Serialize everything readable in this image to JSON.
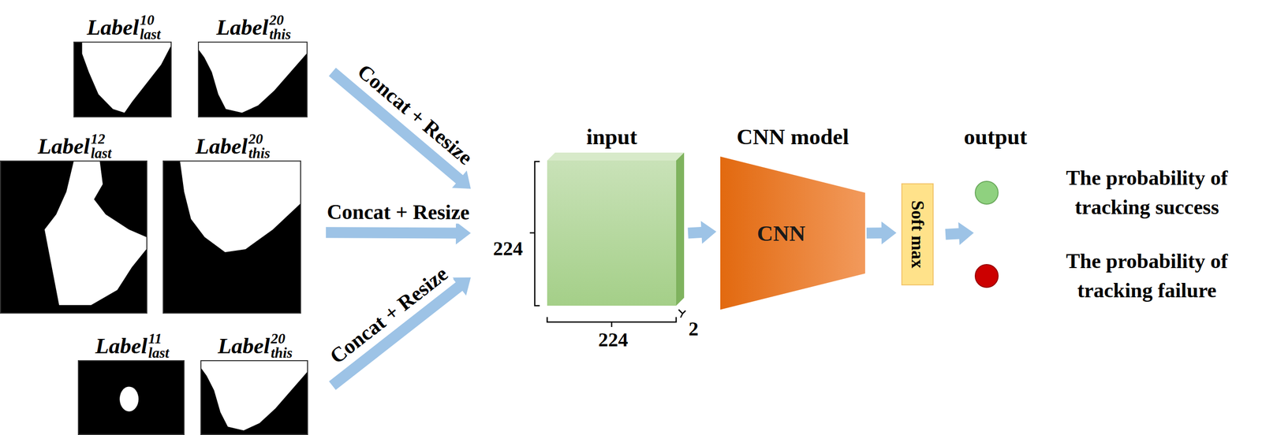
{
  "diagram": {
    "nodes": [
      {
        "text": [
          "Label",
          "10",
          "last"
        ]
      },
      {
        "text": [
          "Label",
          "20",
          "this"
        ]
      },
      {
        "text": [
          "Label",
          "12",
          "last"
        ]
      },
      {
        "text": [
          "Label",
          "20",
          "this"
        ]
      },
      {
        "text": [
          "Label",
          "11",
          "last"
        ]
      },
      {
        "text": [
          "Label",
          "20",
          "this"
        ]
      },
      {
        "text": [
          "input"
        ]
      },
      {
        "text": [
          "CNN model",
          "CNN"
        ]
      },
      {
        "text": [
          "Soft max"
        ]
      },
      {
        "text": [
          "output"
        ]
      },
      {
        "text": [
          "The probability of tracking success"
        ],
        "in": 9
      },
      {
        "text": [
          "The probability of tracking failure"
        ],
        "in": 9
      }
    ],
    "edges": [
      {
        "from": 1,
        "to": 6,
        "label": "Concat + Resize",
        "arrow": "to"
      },
      {
        "from": 3,
        "to": 6,
        "label": "Concat + Resize",
        "arrow": "to"
      },
      {
        "from": 5,
        "to": 6,
        "label": "Concat + Resize",
        "arrow": "to"
      },
      {
        "from": 6,
        "to": 7,
        "arrow": "to"
      },
      {
        "from": 7,
        "to": 8,
        "arrow": "to"
      },
      {
        "from": 8,
        "to": 9,
        "arrow": "to"
      }
    ],
    "labels": [
      "224",
      "224",
      "2"
    ]
  }
}
